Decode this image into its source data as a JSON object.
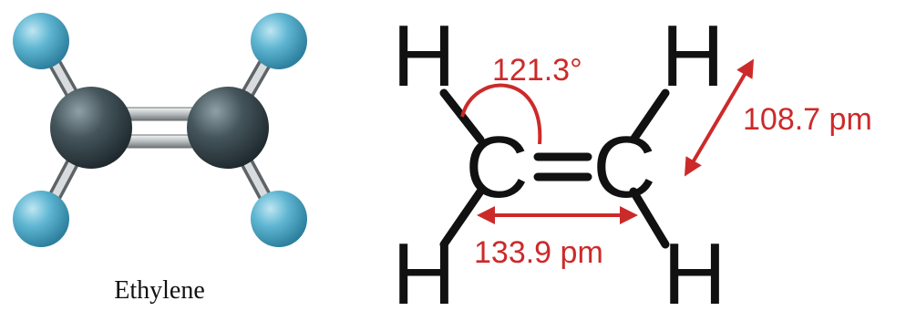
{
  "ball_and_stick": {
    "caption": "Ethylene"
  },
  "structural": {
    "atoms": {
      "c_left": "C",
      "c_right": "C",
      "h_top_left": "H",
      "h_top_right": "H",
      "h_bottom_left": "H",
      "h_bottom_right": "H"
    },
    "measurements": {
      "angle": "121.3°",
      "ch_bond": "108.7 pm",
      "cc_bond": "133.9 pm"
    }
  },
  "colors": {
    "hydrogen": "#4aa6c4",
    "carbon": "#3c4a50",
    "bond": "#9aa0a4",
    "annotation": "#cc2a2a",
    "ink": "#111111"
  }
}
